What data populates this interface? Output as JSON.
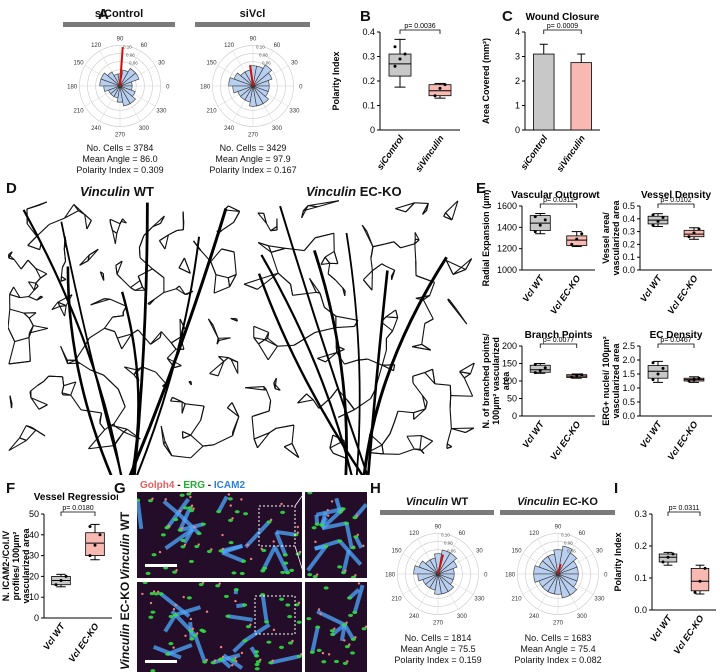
{
  "panels": {
    "A": "A",
    "B": "B",
    "C": "C",
    "D": "D",
    "E": "E",
    "F": "F",
    "G": "G",
    "H": "H",
    "I": "I"
  },
  "A": {
    "left": {
      "title": "siControl",
      "stats": [
        "No. Cells = 3784",
        "Mean Angle = 86.0",
        "Polarity Index = 0.309"
      ]
    },
    "right": {
      "title": "siVcl",
      "stats": [
        "No. Cells = 3429",
        "Mean Angle = 97.9",
        "Polarity Index = 0.167"
      ]
    }
  },
  "H": {
    "left": {
      "title_i": "Vinculin",
      "title_r": " WT",
      "stats": [
        "No. Cells = 1814",
        "Mean Angle = 75.5",
        "Polarity Index = 0.159"
      ]
    },
    "right": {
      "title_i": "Vinculin",
      "title_r": " EC-KO",
      "stats": [
        "No. Cells = 1683",
        "Mean Angle = 75.4",
        "Polarity Index = 0.082"
      ]
    }
  },
  "D": {
    "wt_i": "Vinculin",
    "wt_r": " WT",
    "ko_i": "Vinculin",
    "ko_r": " EC-KO"
  },
  "G": {
    "stain1": "Golph4",
    "sep1": " - ",
    "stain2": "ERG",
    "sep2": " - ",
    "stain3": "ICAM2",
    "row1_i": "Vinculin",
    "row1_r": " WT",
    "row2_i": "Vinculin",
    "row2_r": " EC-KO",
    "c1": "#f08080",
    "c2": "#33dd44",
    "c3": "#4fa8ff"
  },
  "rose_labels": [
    "90",
    "60",
    "30",
    "0",
    "330",
    "300",
    "270",
    "240",
    "210",
    "180",
    "150",
    "120"
  ],
  "rose_radial": [
    "0.10",
    "0.08",
    "0.06"
  ],
  "chart_data": [
    {
      "id": "B",
      "type": "box",
      "title": "",
      "ylabel": "Polarity Index",
      "ylim": [
        0,
        0.4
      ],
      "yticks": [
        "0",
        "0.1",
        "0.2",
        "0.3",
        "0.4"
      ],
      "pvalue": "p= 0.0036",
      "categories": [
        "siControl",
        "siVinculin"
      ],
      "boxes": [
        {
          "min": 0.175,
          "q1": 0.22,
          "median": 0.27,
          "q3": 0.31,
          "max": 0.37,
          "points": [
            0.26,
            0.29,
            0.31,
            0.34
          ]
        },
        {
          "min": 0.13,
          "q1": 0.14,
          "median": 0.16,
          "q3": 0.185,
          "max": 0.19,
          "points": [
            0.14,
            0.17,
            0.185
          ]
        }
      ],
      "colors": [
        "#c8c8c8",
        "#f7b9b2"
      ]
    },
    {
      "id": "C",
      "type": "bar",
      "title": "Wound Closure",
      "ylabel": "Area Covered (mm²)",
      "ylim": [
        0,
        4
      ],
      "yticks": [
        "0",
        "1",
        "2",
        "3",
        "4"
      ],
      "pvalue": "p= 0.0009",
      "categories": [
        "siControl",
        "siVinculin"
      ],
      "values": [
        3.1,
        2.75
      ],
      "errors": [
        0.4,
        0.35
      ],
      "colors": [
        "#c8c8c8",
        "#f7b9b2"
      ]
    },
    {
      "id": "E1",
      "type": "box",
      "title": "Vascular Outgrowth",
      "ylabel": "Radial Expansion (µm)",
      "ylim": [
        1000,
        1600
      ],
      "yticks": [
        "1000",
        "1200",
        "1400",
        "1600"
      ],
      "pvalue": "p= 0.0311",
      "categories": [
        "Vcl WT",
        "Vcl EC-KO"
      ],
      "boxes": [
        {
          "min": 1340,
          "q1": 1370,
          "median": 1440,
          "q3": 1510,
          "max": 1530,
          "points": [
            1360,
            1420,
            1470,
            1500
          ]
        },
        {
          "min": 1220,
          "q1": 1230,
          "median": 1280,
          "q3": 1320,
          "max": 1360,
          "points": [
            1240,
            1290,
            1340
          ]
        }
      ],
      "colors": [
        "#c8c8c8",
        "#f7b9b2"
      ]
    },
    {
      "id": "E2",
      "type": "box",
      "title": "Vessel Density",
      "ylabel": "Vessel area/ vascularized area",
      "ylim": [
        0,
        0.5
      ],
      "yticks": [
        "0.0",
        "0.1",
        "0.2",
        "0.3",
        "0.4",
        "0.5"
      ],
      "pvalue": "p= 0.0102",
      "categories": [
        "Vcl WT",
        "Vcl EC-KO"
      ],
      "boxes": [
        {
          "min": 0.34,
          "q1": 0.36,
          "median": 0.39,
          "q3": 0.42,
          "max": 0.44,
          "points": [
            0.35,
            0.38,
            0.41,
            0.43
          ]
        },
        {
          "min": 0.24,
          "q1": 0.26,
          "median": 0.28,
          "q3": 0.31,
          "max": 0.33,
          "points": [
            0.26,
            0.29,
            0.32
          ]
        }
      ],
      "colors": [
        "#c8c8c8",
        "#f7b9b2"
      ]
    },
    {
      "id": "E3",
      "type": "box",
      "title": "Branch Points",
      "ylabel": "N. of branched points/ 100µm² vascularized area",
      "ylim": [
        0,
        200
      ],
      "yticks": [
        "0",
        "50",
        "100",
        "150",
        "200"
      ],
      "pvalue": "p= 0.0077",
      "categories": [
        "Vcl WT",
        "Vcl EC-KO"
      ],
      "boxes": [
        {
          "min": 122,
          "q1": 125,
          "median": 132,
          "q3": 145,
          "max": 150,
          "points": [
            124,
            130,
            138,
            147
          ]
        },
        {
          "min": 108,
          "q1": 110,
          "median": 114,
          "q3": 118,
          "max": 120,
          "points": [
            111,
            115,
            118
          ]
        }
      ],
      "colors": [
        "#c8c8c8",
        "#f7b9b2"
      ]
    },
    {
      "id": "E4",
      "type": "box",
      "title": "EC Density",
      "ylabel": "ERG+ nuclei/ 100µm² vascularized area",
      "ylim": [
        0,
        2.5
      ],
      "yticks": [
        "0.0",
        "0.5",
        "1.0",
        "1.5",
        "2.0",
        "2.5"
      ],
      "pvalue": "p= 0.0467",
      "categories": [
        "Vcl WT",
        "Vcl EC-KO"
      ],
      "boxes": [
        {
          "min": 1.2,
          "q1": 1.35,
          "median": 1.6,
          "q3": 1.8,
          "max": 1.95,
          "points": [
            1.3,
            1.5,
            1.7,
            1.9
          ]
        },
        {
          "min": 1.2,
          "q1": 1.25,
          "median": 1.3,
          "q3": 1.35,
          "max": 1.4,
          "points": [
            1.25,
            1.3,
            1.35
          ]
        }
      ],
      "colors": [
        "#c8c8c8",
        "#f7b9b2"
      ]
    },
    {
      "id": "F",
      "type": "box",
      "title": "Vessel Regression",
      "ylabel": "N. ICAM2-/Col.IV profiles/ 100µm² vascularized area",
      "ylim": [
        0,
        50
      ],
      "yticks": [
        "0",
        "10",
        "20",
        "30",
        "40",
        "50"
      ],
      "pvalue": "p= 0.0180",
      "categories": [
        "Vcl WT",
        "Vcl EC-KO"
      ],
      "boxes": [
        {
          "min": 15,
          "q1": 16,
          "median": 18,
          "q3": 20,
          "max": 21,
          "points": [
            16,
            18,
            20
          ]
        },
        {
          "min": 28,
          "q1": 30,
          "median": 36,
          "q3": 41,
          "max": 45,
          "points": [
            30,
            35,
            40,
            44
          ]
        }
      ],
      "colors": [
        "#c8c8c8",
        "#f7b9b2"
      ]
    },
    {
      "id": "I",
      "type": "box",
      "title": "",
      "ylabel": "Polarity Index",
      "ylim": [
        0,
        0.3
      ],
      "yticks": [
        "0.0",
        "0.1",
        "0.2",
        "0.3"
      ],
      "pvalue": "p= 0.0311",
      "categories": [
        "Vcl WT",
        "Vcl EC-KO"
      ],
      "boxes": [
        {
          "min": 0.14,
          "q1": 0.15,
          "median": 0.165,
          "q3": 0.175,
          "max": 0.18,
          "points": [
            0.15,
            0.165,
            0.175
          ]
        },
        {
          "min": 0.05,
          "q1": 0.06,
          "median": 0.09,
          "q3": 0.13,
          "max": 0.14,
          "points": [
            0.055,
            0.09,
            0.13
          ]
        }
      ],
      "colors": [
        "#c8c8c8",
        "#f7b9b2"
      ]
    },
    {
      "id": "roseA1",
      "type": "rose",
      "values": [
        0.03,
        0.05,
        0.05,
        0.04,
        0.03,
        0.03,
        0.04,
        0.05,
        0.05,
        0.04,
        0.03,
        0.03,
        0.03,
        0.04,
        0.05,
        0.05,
        0.04,
        0.03
      ],
      "mean_angle": 86.0,
      "polarity": 0.309
    },
    {
      "id": "roseA2",
      "type": "rose",
      "values": [
        0.04,
        0.05,
        0.06,
        0.05,
        0.05,
        0.04,
        0.04,
        0.05,
        0.06,
        0.05,
        0.04,
        0.04,
        0.04,
        0.05,
        0.05,
        0.05,
        0.04,
        0.04
      ],
      "mean_angle": 97.9,
      "polarity": 0.167
    },
    {
      "id": "roseH1",
      "type": "rose",
      "values": [
        0.04,
        0.05,
        0.06,
        0.06,
        0.05,
        0.04,
        0.04,
        0.05,
        0.06,
        0.05,
        0.04,
        0.04,
        0.04,
        0.05,
        0.05,
        0.05,
        0.04,
        0.04
      ],
      "mean_angle": 75.5,
      "polarity": 0.159
    },
    {
      "id": "roseH2",
      "type": "rose",
      "values": [
        0.05,
        0.05,
        0.06,
        0.07,
        0.06,
        0.05,
        0.05,
        0.05,
        0.06,
        0.06,
        0.05,
        0.05,
        0.05,
        0.05,
        0.06,
        0.06,
        0.05,
        0.05
      ],
      "mean_angle": 75.4,
      "polarity": 0.082
    }
  ]
}
